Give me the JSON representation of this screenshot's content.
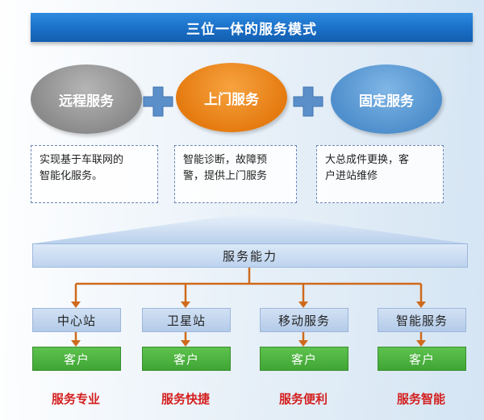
{
  "title": "三位一体的服务模式",
  "services": [
    {
      "label": "远程服务",
      "color": "#9a9a9a"
    },
    {
      "label": "上门服务",
      "color": "#ee8b1f"
    },
    {
      "label": "固定服务",
      "color": "#5d9ad3"
    }
  ],
  "descriptions": [
    {
      "line1": "实现基于车联网的",
      "line2": "智能化服务。"
    },
    {
      "line1": "智能诊断，故障预",
      "line2": "警，提供上门服务"
    },
    {
      "line1": "大总成件更换，客",
      "line2": "户进站维修"
    }
  ],
  "capability": "服务能力",
  "stations": [
    "中心站",
    "卫星站",
    "移动服务",
    "智能服务"
  ],
  "customer_label": "客户",
  "features": [
    "服务专业",
    "服务快捷",
    "服务便利",
    "服务智能"
  ],
  "colors": {
    "title_bg": "#1a6fc6",
    "connector": "#d2691e",
    "customer_bg": "#4caf3e",
    "feature_text": "#d42020",
    "plus": "#5b8fc9"
  }
}
